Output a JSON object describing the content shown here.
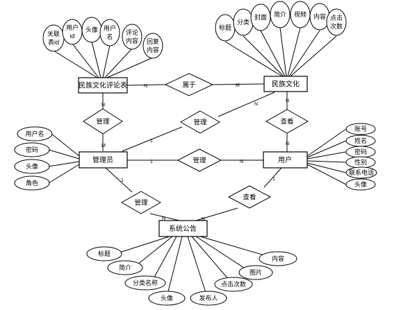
{
  "entities": {
    "comment_table": "民族文化评论表",
    "culture": "民族文化",
    "admin": "管理员",
    "user": "用户",
    "notice": "系统公告"
  },
  "relationships": {
    "belongs": "属于",
    "manage_admin_comment": "管理",
    "manage_admin_culture": "管理",
    "view_user_culture": "查看",
    "manage_admin_user": "管理",
    "manage_admin_notice": "管理",
    "view_user_notice": "查看"
  },
  "cardinality": {
    "N": "N",
    "M": "M",
    "one": "1"
  },
  "attributes": {
    "comment_table": [
      [
        "关联",
        "表id"
      ],
      [
        "用户",
        "id"
      ],
      [
        "头像"
      ],
      [
        "用户",
        "名"
      ],
      [
        "评论",
        "内容"
      ],
      [
        "回复",
        "内容"
      ]
    ],
    "culture": [
      [
        "标题"
      ],
      [
        "分类"
      ],
      [
        "封面"
      ],
      [
        "简介"
      ],
      [
        "视频"
      ],
      [
        "内容"
      ],
      [
        "点击",
        "次数"
      ]
    ],
    "admin": [
      "用户名",
      "密码",
      "头像",
      "角色"
    ],
    "user": [
      "账号",
      "姓名",
      "密码",
      "性别",
      "联系电话",
      "头像"
    ],
    "notice": [
      "标题",
      "简介",
      "分类名称",
      "头像",
      "发布人",
      "点击次数",
      "图片",
      "内容"
    ]
  }
}
